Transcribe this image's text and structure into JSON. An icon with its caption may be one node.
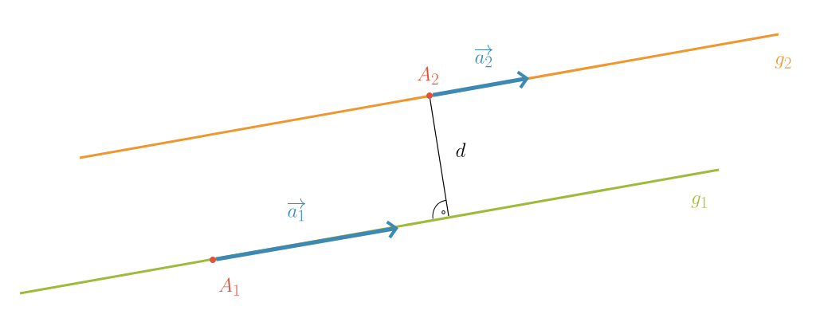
{
  "diagram": {
    "nodes": [
      {
        "text": [],
        "shape": "circle",
        "beside": [
          "A_1"
        ]
      },
      {
        "text": [],
        "shape": "circle",
        "beside": [
          "A_2"
        ]
      },
      {
        "text": [],
        "shape": "right-angle"
      }
    ],
    "edges": [
      {
        "from": 0,
        "to": null,
        "arrow": "to",
        "label": "\\overrightarrow{a_1}"
      },
      {
        "from": 1,
        "to": null,
        "arrow": "to",
        "label": "\\overrightarrow{a_2}"
      },
      {
        "from": 1,
        "to": 2,
        "arrow": "none",
        "label": "d",
        "color": "#000000"
      }
    ],
    "labels": [
      "g_2",
      "g_1"
    ]
  }
}
